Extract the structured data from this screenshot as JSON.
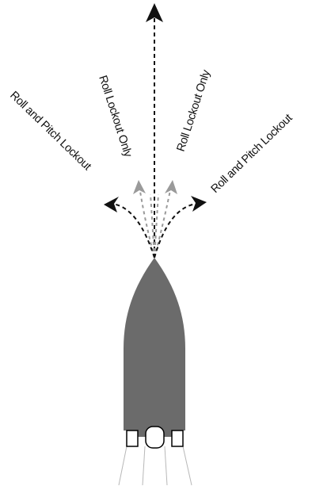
{
  "labels": {
    "roll_pitch_left": "Roll and Pitch Lockout",
    "roll_only_left": "Roll Lockout Only",
    "roll_only_right": "Roll Lockout Only",
    "roll_pitch_right": "Roll and Pitch Lockout"
  },
  "colors": {
    "hull": "#6b6b6b",
    "black_arrow": "#111111",
    "gray_arrow": "#9a9a9a",
    "outline": "#000000",
    "wake": "#b8b8b8"
  }
}
